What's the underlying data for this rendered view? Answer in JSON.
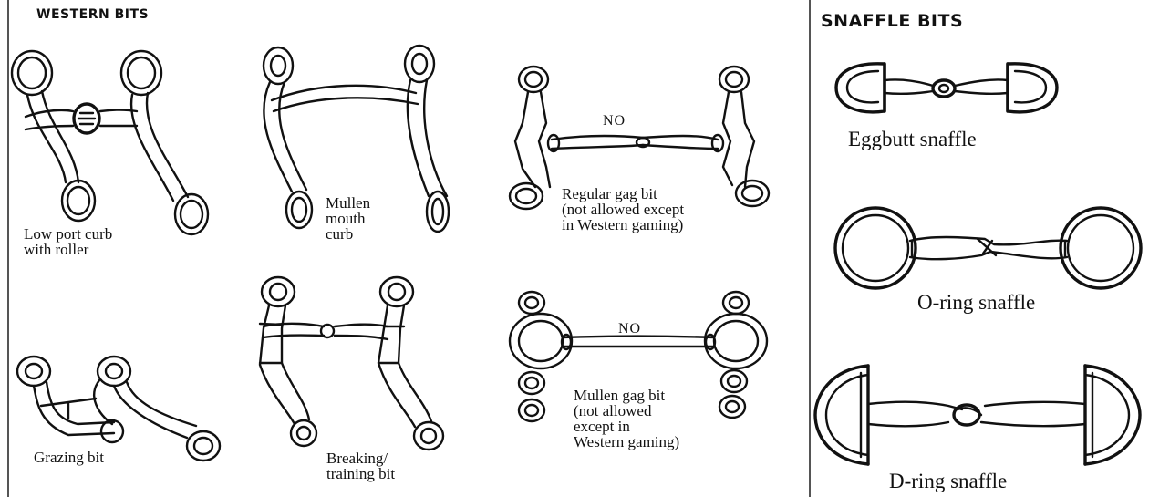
{
  "western": {
    "heading": "WESTERN BITS",
    "bits": [
      {
        "id": "low-port-curb",
        "caption": "Low port curb\nwith roller"
      },
      {
        "id": "mullen-mouth-curb",
        "caption": "Mullen\nmouth\ncurb"
      },
      {
        "id": "regular-gag-bit",
        "caption": "Regular gag bit\n(not allowed except\nin Western gaming)",
        "mark": "NO"
      },
      {
        "id": "grazing-bit",
        "caption": "Grazing bit"
      },
      {
        "id": "breaking-training-bit",
        "caption": "Breaking/\ntraining bit"
      },
      {
        "id": "mullen-gag-bit",
        "caption": "Mullen gag bit\n(not allowed\nexcept in\nWestern gaming)",
        "mark": "NO"
      }
    ]
  },
  "snaffle": {
    "heading": "SNAFFLE BITS",
    "bits": [
      {
        "id": "eggbutt-snaffle",
        "caption": "Eggbutt snaffle"
      },
      {
        "id": "o-ring-snaffle",
        "caption": "O-ring snaffle"
      },
      {
        "id": "d-ring-snaffle",
        "caption": "D-ring snaffle"
      }
    ]
  }
}
